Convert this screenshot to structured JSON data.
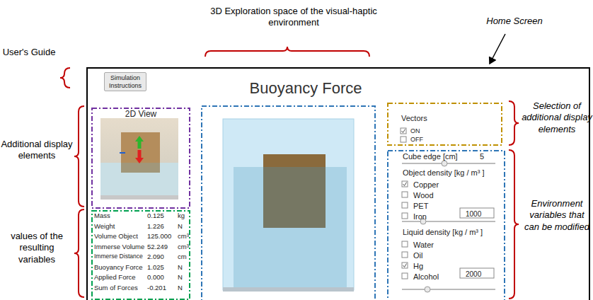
{
  "diagram": {
    "nodes": [
      {
        "text": [
          "Buoyancy Force"
        ]
      },
      {
        "text": [
          "Simulation Instructions"
        ],
        "in": 0
      },
      {
        "text": [
          "2D View"
        ],
        "in": 0
      },
      {
        "text": [
          "Mass",
          "0.125",
          "kg",
          "Weight",
          "1.226",
          "N",
          "Volume Object",
          "125.000",
          "cm³",
          "Immerse Volume",
          "52.249",
          "cm³",
          "Immerse Distance",
          "2.090",
          "cm",
          "Buoyancy Force",
          "1.025",
          "N",
          "Applied Force",
          "0.000",
          "N",
          "Sum of Forces",
          "-0.201",
          "N"
        ],
        "in": 0
      },
      {
        "text": [
          "Vectors",
          "ON",
          "OFF"
        ],
        "in": 0
      },
      {
        "text": [
          "Cube edge [cm]",
          "5",
          "Object density [kg / m³ ]",
          "Copper",
          "Wood",
          "PET",
          "Iron",
          "1000",
          "Liquid density [kg / m³ ]",
          "Water",
          "Oil",
          "Hg",
          "Alcohol",
          "2000"
        ],
        "in": 0
      }
    ],
    "labels": [
      "3D Exploration space of the visual-haptic environment",
      "Home Screen",
      "User's Guide",
      "Additional display elements",
      "values of the resulting variables",
      "Selection of additional display elements",
      "Environment variables that can be modified"
    ]
  }
}
